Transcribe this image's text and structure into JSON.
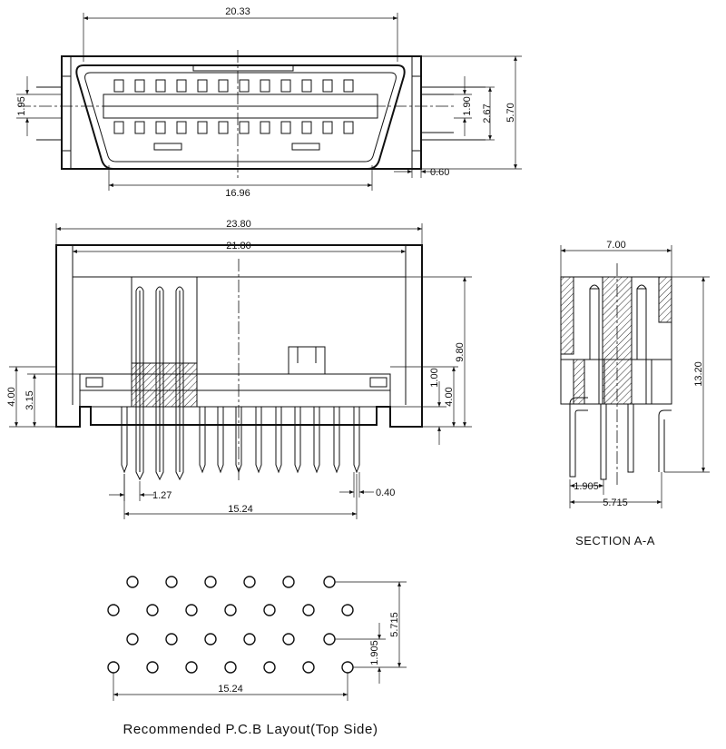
{
  "views": {
    "front_top": {
      "dims": {
        "width_top": "20.33",
        "width_bottom": "16.96",
        "height_left": "1.95",
        "pin_row": "1.90",
        "inner": "2.67",
        "outer": "5.70",
        "flange": "0.60"
      }
    },
    "side": {
      "dims": {
        "overall": "23.80",
        "inner": "21.80",
        "height": "9.80",
        "left_a": "4.00",
        "left_b": "3.15",
        "right_a": "1.00",
        "right_b": "4.00",
        "pitch": "1.27",
        "pin": "0.40",
        "span": "15.24"
      }
    },
    "section": {
      "dims": {
        "width": "7.00",
        "height": "13.20",
        "row_pitch": "1.905",
        "row_span": "5.715"
      },
      "caption": "SECTION A-A"
    },
    "pcb": {
      "dims": {
        "span": "15.24",
        "row_pitch": "1.905",
        "row_span": "5.715"
      },
      "caption": "Recommended P.C.B Layout(Top Side)"
    }
  }
}
